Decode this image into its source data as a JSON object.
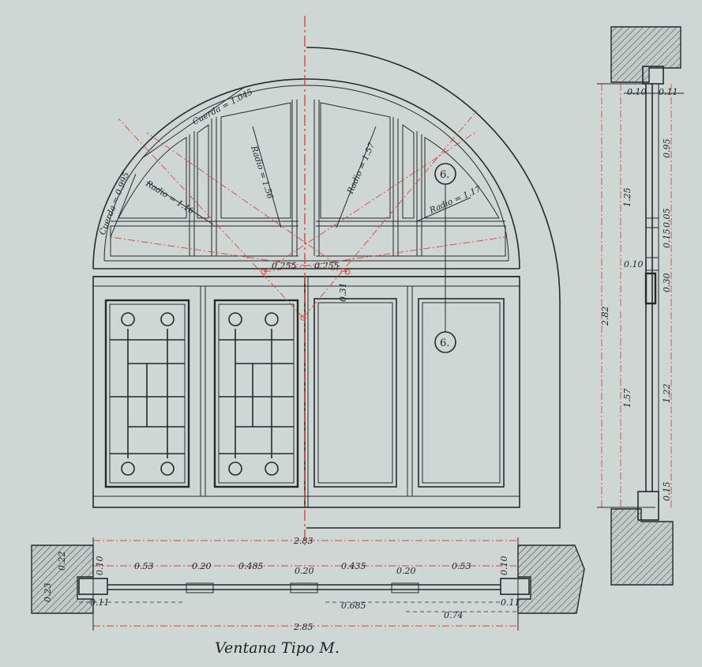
{
  "title": "Ventana Tipo M.",
  "callouts": {
    "marker_top": "6.",
    "marker_bottom": "6."
  },
  "elevation": {
    "cuerda_upper": "Cuerda = 1.045",
    "cuerda_lower": "Cuerda = 0.995",
    "radio_116": "Radio = 1.16",
    "radio_156": "Radio = 1.56",
    "radio_157": "Radio = 1.57",
    "radio_117": "Radio = 1.17",
    "dim_0255_left": "0.255",
    "dim_0255_right": "0.255",
    "dim_031": "0.31"
  },
  "plan": {
    "overall_top": "2.83",
    "overall_bottom": "2.85",
    "row": [
      "0.10",
      "0.53",
      "0.20",
      "0.485",
      "0.20",
      "0.435",
      "0.20",
      "0.53",
      "0.10"
    ],
    "left_022": "0.22",
    "left_023": "0.23",
    "left_011": "0.11",
    "right_011": "0.11",
    "mid_0685": "0.685",
    "mid_074": "0.74"
  },
  "section": {
    "top_010": "0.10",
    "top_011": "0.11",
    "d_095": "0.95",
    "d_125": "1.25",
    "d_005": "0.05",
    "d_015a": "0.15",
    "d_010": "0.10",
    "d_030": "0.30",
    "d_122": "1.22",
    "d_157": "1.57",
    "d_015b": "0.15",
    "d_282": "2.82"
  }
}
